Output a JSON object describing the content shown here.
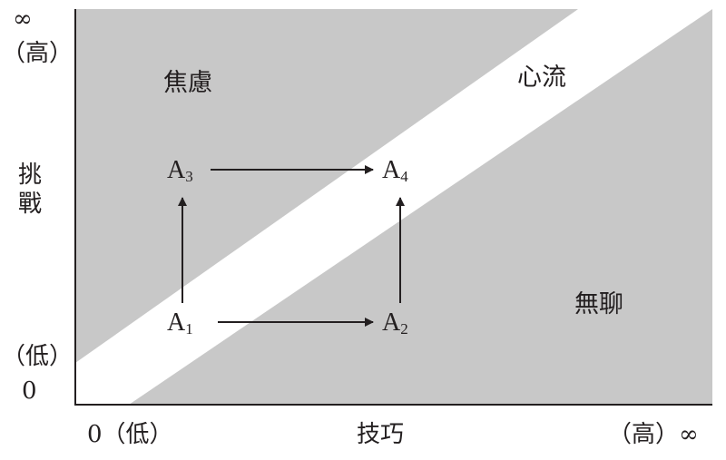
{
  "y_axis": {
    "top_symbol": "∞",
    "top_label": "（高）",
    "title_chars": [
      "挑",
      "戰"
    ],
    "bottom_label": "（低）",
    "bottom_symbol": "0"
  },
  "x_axis": {
    "left_label": "0（低）",
    "title": "技巧",
    "right_label": "（高）∞"
  },
  "regions": {
    "anxiety": "焦慮",
    "flow": "心流",
    "boredom": "無聊"
  },
  "points": [
    {
      "letter": "A",
      "sub": "1"
    },
    {
      "letter": "A",
      "sub": "2"
    },
    {
      "letter": "A",
      "sub": "3"
    },
    {
      "letter": "A",
      "sub": "4"
    }
  ],
  "colors": {
    "region": "#c8c8c8",
    "band": "#ffffff",
    "ink": "#231f20"
  }
}
